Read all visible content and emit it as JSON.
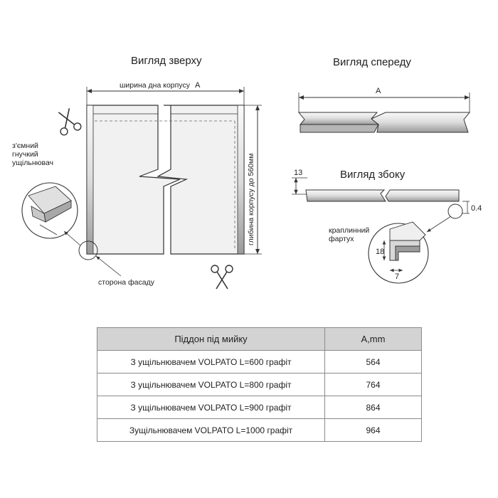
{
  "views": {
    "top": {
      "title": "Вигляд зверху",
      "width_label": "ширина дна корпусу",
      "width_symbol": "А",
      "depth_label": "глибина корпусу до 560мм",
      "seal_label_line1": "з'ємний",
      "seal_label_line2": "гнучкий",
      "seal_label_line3": "ущільнювач",
      "front_label": "сторона фасаду"
    },
    "front": {
      "title": "Вигляд спереду",
      "width_symbol": "А"
    },
    "side": {
      "title": "Вигляд збоку",
      "height_value": "13",
      "thickness_value": "0.4",
      "drip_label_line1": "краплинний",
      "drip_label_line2": "фартух",
      "detail_height": "18",
      "detail_width": "7"
    }
  },
  "table": {
    "headers": [
      "Піддон під мийку",
      "А,mm"
    ],
    "rows": [
      [
        "З ущільнювачем VOLPATO L=600 графіт",
        "564"
      ],
      [
        "З ущільнювачем VOLPATO L=800 графіт",
        "764"
      ],
      [
        "З ущільнювачем  VOLPATO L=900 графіт",
        "864"
      ],
      [
        "Зущільнювачем VOLPATO L=1000 графіт",
        "964"
      ]
    ]
  },
  "colors": {
    "outline": "#333333",
    "tray_fill": "#f2f2f2",
    "header_fill": "#d3d3d3"
  }
}
